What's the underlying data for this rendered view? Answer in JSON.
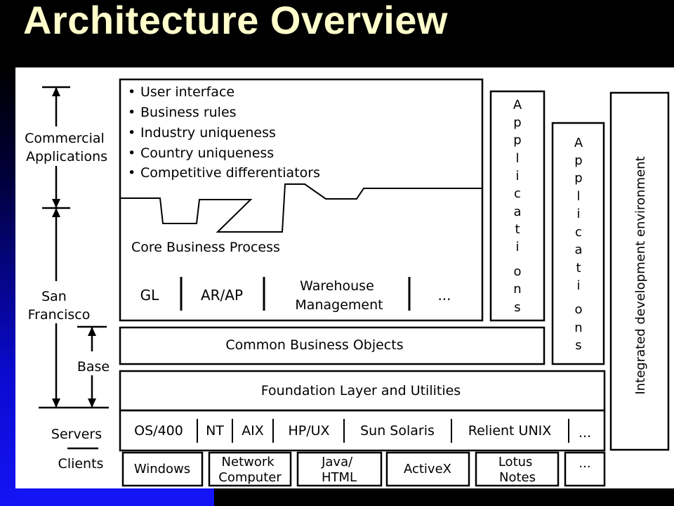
{
  "slide": {
    "title": "Architecture Overview",
    "colors": {
      "title": "#ffffcc",
      "background_top": "#000000",
      "background_bottom": "#1010f0",
      "diagram_bg": "#ffffff"
    }
  },
  "left_labels": {
    "commercial": [
      "Commercial",
      "Applications"
    ],
    "san_francisco": [
      "San",
      "Francisco"
    ],
    "base": "Base",
    "servers": "Servers",
    "clients": "Clients"
  },
  "top_box": {
    "bullets": [
      "User interface",
      "Business rules",
      "Industry uniqueness",
      "Country uniqueness",
      "Competitive differentiators"
    ],
    "core": "Core Business Process",
    "modules": [
      "GL",
      "AR/AP",
      [
        "Warehouse",
        "Management"
      ],
      "..."
    ]
  },
  "applications_vertical": [
    "A",
    "p",
    "p",
    "l",
    "i",
    "c",
    "a",
    "t",
    "i",
    "o",
    "n",
    "s"
  ],
  "ide_label": "Integrated development environment",
  "layers": {
    "common": "Common Business Objects",
    "foundation": "Foundation Layer and Utilities"
  },
  "servers": [
    "OS/400",
    "NT",
    "AIX",
    "HP/UX",
    "Sun Solaris",
    "Relient UNIX",
    "..."
  ],
  "clients": [
    [
      "Windows"
    ],
    [
      "Network",
      "Computer"
    ],
    [
      "Java/",
      "HTML"
    ],
    [
      "ActiveX"
    ],
    [
      "Lotus",
      "Notes"
    ],
    [
      "..."
    ]
  ]
}
